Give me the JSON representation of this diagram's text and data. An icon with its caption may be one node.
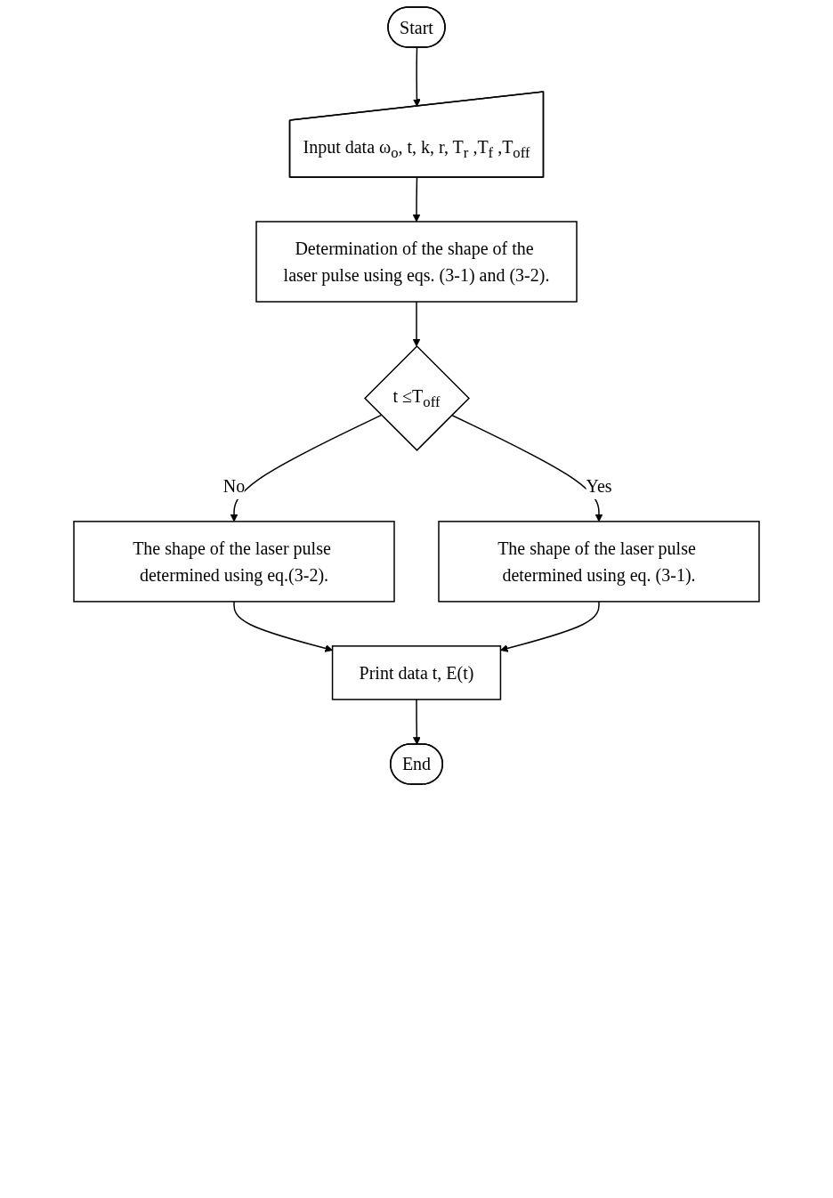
{
  "diagram": {
    "nodes": [
      {
        "text": [
          "Start"
        ]
      },
      {
        "text": [
          "Input data ω$_{o}$, t, k, r, T$_{r}$ ,T$_{f}$ ,T$_{off}$"
        ]
      },
      {
        "text": [
          "Determination of the shape of the laser pulse using eqs. (3-1) and (3-2)."
        ]
      },
      {
        "text": [
          "t ≤T$_{off}$"
        ]
      },
      {
        "text": [
          "The shape of the laser pulse determined using eq. (3-1)."
        ]
      },
      {
        "text": [
          "The shape of the laser pulse determined using eq.(3-2)."
        ]
      },
      {
        "text": [
          "Print data t, E(t)"
        ]
      },
      {
        "text": [
          "End"
        ]
      }
    ],
    "edges": [
      {
        "from": 0,
        "to": 1,
        "arrow": "to"
      },
      {
        "from": 1,
        "to": 2,
        "arrow": "to"
      },
      {
        "from": 2,
        "to": 3,
        "arrow": "to"
      },
      {
        "from": 3,
        "to": 4,
        "arrow": "to",
        "label": "Yes"
      },
      {
        "from": 3,
        "to": 5,
        "arrow": "to",
        "label": "No"
      },
      {
        "from": 5,
        "to": 6,
        "arrow": "to"
      },
      {
        "from": 4,
        "to": 6,
        "arrow": "to"
      },
      {
        "from": 6,
        "to": 7,
        "arrow": "to"
      }
    ]
  }
}
